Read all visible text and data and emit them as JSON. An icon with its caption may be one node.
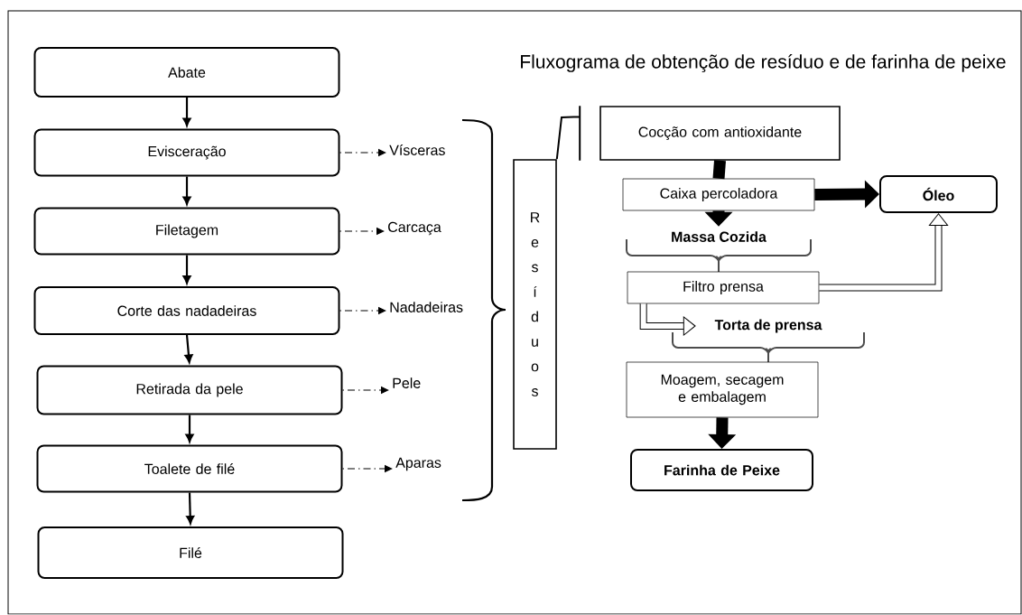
{
  "diagram": {
    "title": "Fluxograma de obtenção de resíduo e de farinha de peixe",
    "nodes": [
      {
        "text": [
          "Abate"
        ]
      },
      {
        "text": [
          "Evisceração"
        ]
      },
      {
        "text": [
          "Filetagem"
        ]
      },
      {
        "text": [
          "Corte das nadadeiras"
        ]
      },
      {
        "text": [
          "Retirada da pele"
        ]
      },
      {
        "text": [
          "Toalete de filé"
        ]
      },
      {
        "text": [
          "Filé"
        ]
      },
      {
        "text": [
          "Vísceras"
        ]
      },
      {
        "text": [
          "Carcaça"
        ]
      },
      {
        "text": [
          "Nadadeiras"
        ]
      },
      {
        "text": [
          "Pele"
        ]
      },
      {
        "text": [
          "Aparas"
        ]
      },
      {
        "text": [
          "R e s í d u o s"
        ]
      },
      {
        "text": [
          "Cocção com antioxidante"
        ]
      },
      {
        "text": [
          "Caixa percoladora"
        ]
      },
      {
        "text": [
          "Óleo"
        ]
      },
      {
        "text": [
          "Massa Cozida"
        ]
      },
      {
        "text": [
          "Filtro prensa"
        ]
      },
      {
        "text": [
          "Torta de prensa"
        ]
      },
      {
        "text": [
          "Moagem, secagem e embalagem"
        ]
      },
      {
        "text": [
          "Farinha de Peixe"
        ]
      }
    ],
    "edges": [
      {
        "from": 0,
        "to": 1,
        "arrow": "to"
      },
      {
        "from": 1,
        "to": 2,
        "arrow": "to"
      },
      {
        "from": 2,
        "to": 3,
        "arrow": "to"
      },
      {
        "from": 3,
        "to": 4,
        "arrow": "to"
      },
      {
        "from": 4,
        "to": 5,
        "arrow": "to"
      },
      {
        "from": 5,
        "to": 6,
        "arrow": "to"
      },
      {
        "from": 1,
        "to": 7,
        "arrow": "to",
        "style": "dashed"
      },
      {
        "from": 2,
        "to": 8,
        "arrow": "to",
        "style": "dashed"
      },
      {
        "from": 3,
        "to": 9,
        "arrow": "to",
        "style": "dashed"
      },
      {
        "from": 4,
        "to": 10,
        "arrow": "to",
        "style": "dashed"
      },
      {
        "from": 5,
        "to": 11,
        "arrow": "to",
        "style": "dashed"
      },
      {
        "from": 12,
        "to": 13,
        "arrow": "none"
      },
      {
        "from": 13,
        "to": 14,
        "arrow": "none",
        "style": "thick"
      },
      {
        "from": 14,
        "to": 15,
        "arrow": "to",
        "style": "thick"
      },
      {
        "from": 14,
        "to": 16,
        "arrow": "to",
        "style": "thick"
      },
      {
        "from": 17,
        "to": 15,
        "arrow": "to",
        "style": "thick"
      },
      {
        "from": 17,
        "to": 18,
        "arrow": "to",
        "style": "thick"
      },
      {
        "from": 19,
        "to": 20,
        "arrow": "to",
        "style": "thick"
      }
    ]
  }
}
